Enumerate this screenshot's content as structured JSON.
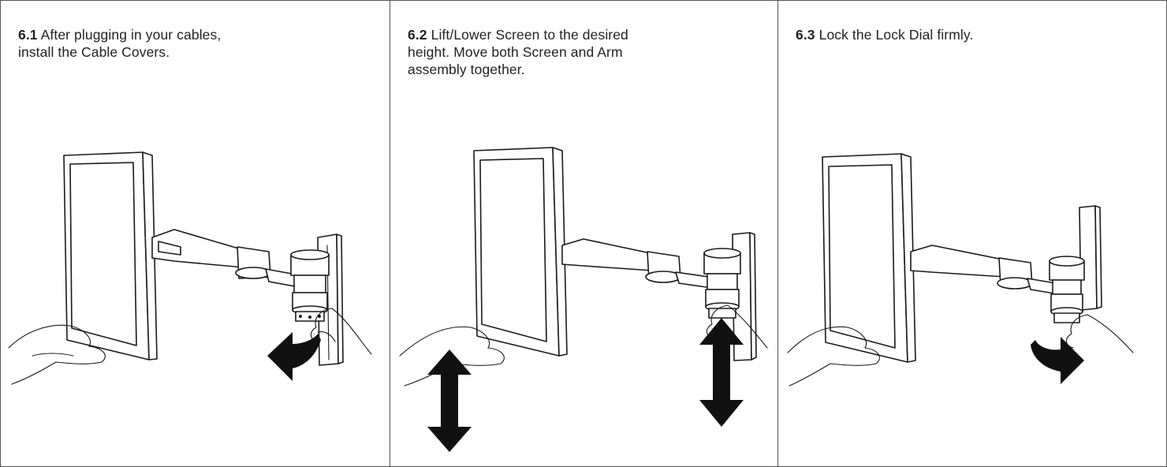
{
  "steps": [
    {
      "number": "6.1",
      "line1": "After plugging in your cables,",
      "line2": " install the Cable Covers.",
      "line3": "",
      "arrow_icon": "rotate-left-arrow-icon"
    },
    {
      "number": "6.2",
      "line1": "Lift/Lower Screen to the desired",
      "line2": "height. Move both Screen and Arm",
      "line3": "assembly together.",
      "arrow_icon": "vertical-double-arrow-icon"
    },
    {
      "number": "6.3",
      "line1": "Lock the Lock Dial firmly.",
      "line2": "",
      "line3": "",
      "arrow_icon": "rotate-right-arrow-icon"
    }
  ],
  "colors": {
    "line": "#1a1a1a",
    "arrow": "#111111",
    "border": "#555555"
  }
}
